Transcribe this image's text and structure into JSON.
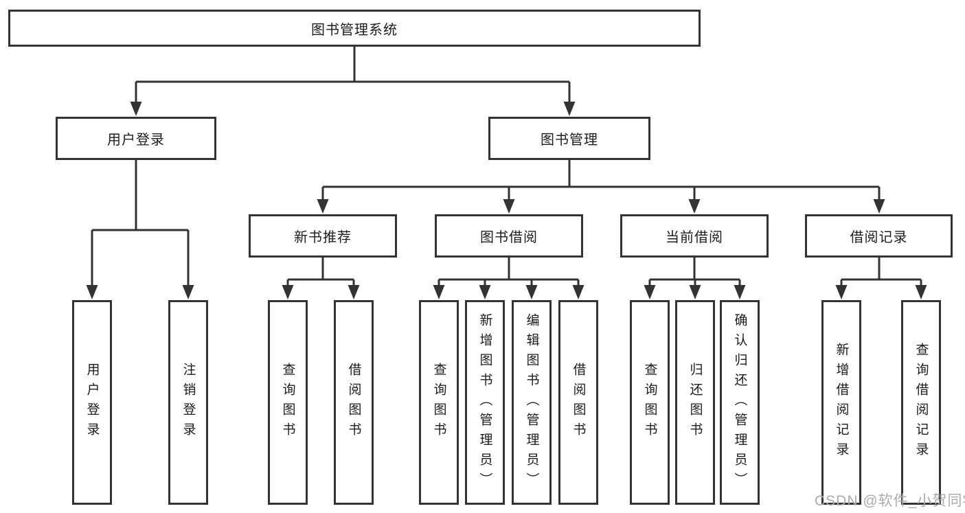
{
  "diagram": {
    "root": {
      "label": "图书管理系统"
    },
    "level2": [
      {
        "label": "用户登录"
      },
      {
        "label": "图书管理"
      }
    ],
    "level3": [
      {
        "label": "新书推荐"
      },
      {
        "label": "图书借阅"
      },
      {
        "label": "当前借阅"
      },
      {
        "label": "借阅记录"
      }
    ],
    "leaves": [
      {
        "label": "用户登录"
      },
      {
        "label": "注销登录"
      },
      {
        "label": "查询图书"
      },
      {
        "label": "借阅图书"
      },
      {
        "label": "查询图书"
      },
      {
        "label": "新增图书（管理员）"
      },
      {
        "label": "编辑图书（管理员）"
      },
      {
        "label": "借阅图书"
      },
      {
        "label": "查询图书"
      },
      {
        "label": "归还图书"
      },
      {
        "label": "确认归还（管理员）"
      },
      {
        "label": "新增借阅记录"
      },
      {
        "label": "查询借阅记录"
      }
    ]
  },
  "watermark": {
    "text": "CSDN @软件_小贺同学"
  },
  "colors": {
    "line": "#333333",
    "border": "#333333",
    "text": "#1c1c1c",
    "watermark": "#ababab",
    "background": "#ffffff"
  }
}
